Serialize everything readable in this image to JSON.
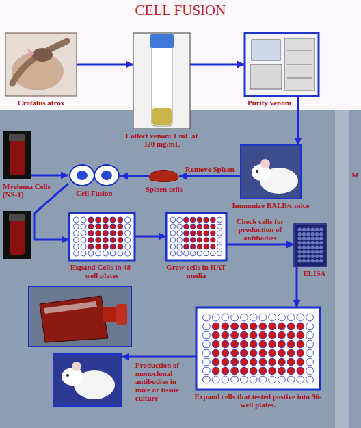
{
  "diagram": {
    "title": "CELL FUSION",
    "nodes": [
      {
        "text": [
          "Crotalus atrox"
        ]
      },
      {
        "text": [
          "Collect venom 1 mL at 320 mg/mL"
        ]
      },
      {
        "text": [
          "Purify venom"
        ]
      },
      {
        "text": [
          "Immunize BALB/c mice"
        ]
      },
      {
        "text": [
          "Spleen cells"
        ]
      },
      {
        "text": [
          "Cell Fusion"
        ]
      },
      {
        "text": [
          "Myeloma Cells (NS-1)"
        ]
      },
      {
        "text": [
          "Expand Cells in 48-well plates"
        ]
      },
      {
        "text": [
          "Grow cells in HAT media"
        ]
      },
      {
        "text": [
          "ELISA"
        ]
      },
      {
        "text": [
          "Expand cells that tested postive into 96-well plates."
        ]
      },
      {
        "text": [
          "Production of monoclonal antibodies in mice or tissue culture"
        ]
      }
    ],
    "edges": [
      {
        "from": 0,
        "to": 1,
        "arrow": "to"
      },
      {
        "from": 1,
        "to": 2,
        "arrow": "to"
      },
      {
        "from": 2,
        "to": 3,
        "arrow": "to"
      },
      {
        "from": 3,
        "to": 4,
        "label": "Remove Spleen",
        "arrow": "to"
      },
      {
        "from": 4,
        "to": 5,
        "arrow": "to"
      },
      {
        "from": 6,
        "to": 5,
        "arrow": "to"
      },
      {
        "from": 5,
        "to": 7,
        "arrow": "to"
      },
      {
        "from": 7,
        "to": 8,
        "arrow": "to"
      },
      {
        "from": 8,
        "to": 9,
        "label": "Check cells for production of antibodies",
        "arrow": "to"
      },
      {
        "from": 9,
        "to": 10,
        "arrow": "to"
      },
      {
        "from": 10,
        "to": 11,
        "arrow": "to"
      }
    ],
    "labels": [
      "M"
    ]
  }
}
